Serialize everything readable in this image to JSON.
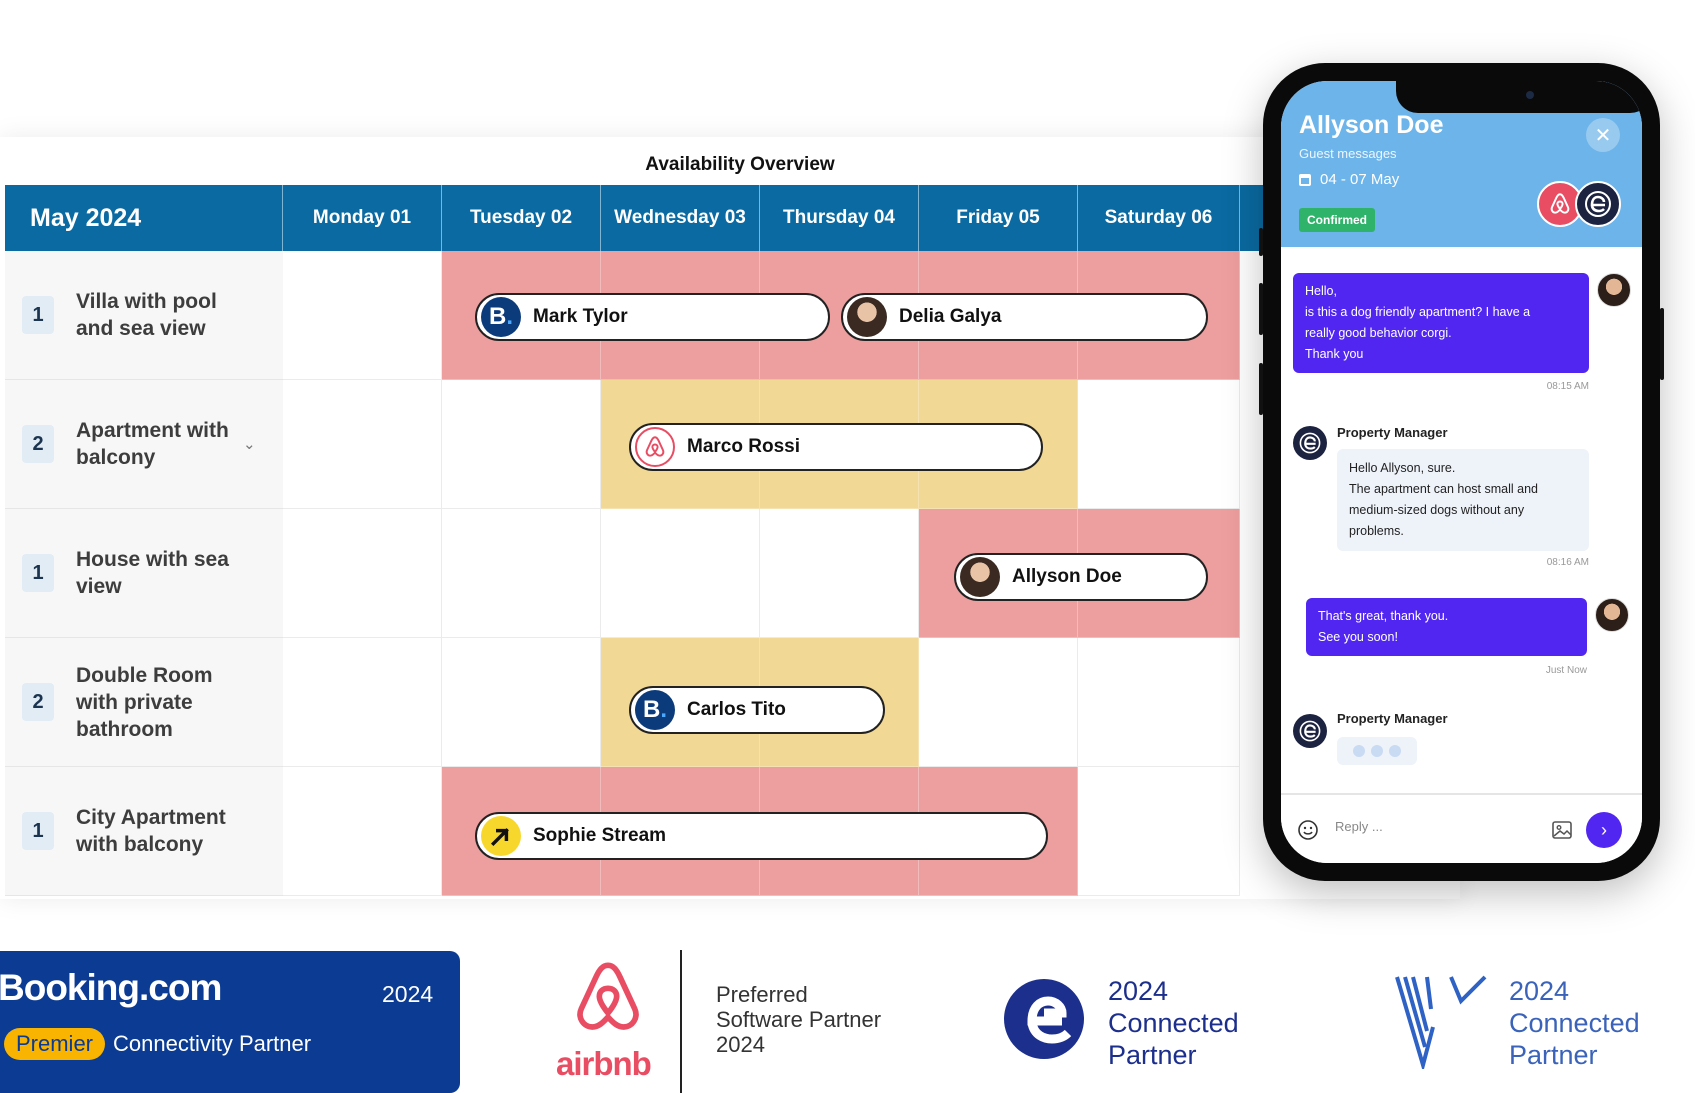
{
  "calendar": {
    "title": "Availability Overview",
    "month": "May 2024",
    "days": [
      "Monday 01",
      "Tuesday 02",
      "Wednesday 03",
      "Thursday 04",
      "Friday 05",
      "Saturday 06"
    ],
    "rooms": [
      {
        "count": "1",
        "name": "Villa with pool and sea view"
      },
      {
        "count": "2",
        "name": "Apartment with balcony"
      },
      {
        "count": "1",
        "name": "House with sea view"
      },
      {
        "count": "2",
        "name": "Double Room with private bathroom"
      },
      {
        "count": "1",
        "name": "City Apartment with balcony"
      }
    ],
    "bookings": [
      {
        "guest": "Mark Tylor",
        "channel": "booking-icon"
      },
      {
        "guest": "Delia Galya",
        "channel": "guest-photo"
      },
      {
        "guest": "Marco Rossi",
        "channel": "airbnb-icon"
      },
      {
        "guest": "Allyson Doe",
        "channel": "guest-photo"
      },
      {
        "guest": "Carlos Tito",
        "channel": "booking-icon"
      },
      {
        "guest": "Sophie Stream",
        "channel": "expedia-icon"
      }
    ],
    "colors": {
      "header": "#0a6aa1",
      "occupied": "#ed9e9e",
      "pending": "#f1d895"
    }
  },
  "phone": {
    "guest_name": "Allyson Doe",
    "subtitle": "Guest messages",
    "dates": "04 - 07 May",
    "status": "Confirmed",
    "messages": [
      {
        "from": "guest",
        "lines": [
          "Hello,",
          "is this a dog friendly apartment? I have a",
          "really good behavior corgi.",
          "Thank you"
        ],
        "time": "08:15 AM"
      },
      {
        "from": "Property Manager",
        "lines": [
          "Hello Allyson, sure.",
          "The apartment can host small and",
          "medium-sized dogs without any",
          "problems."
        ],
        "time": "08:16 AM"
      },
      {
        "from": "guest",
        "lines": [
          "That's great, thank you.",
          "See you soon!"
        ],
        "time": "Just Now"
      },
      {
        "from": "Property Manager",
        "typing": true
      }
    ],
    "reply_placeholder": "Reply ..."
  },
  "partners": {
    "booking": {
      "logo": "Booking.com",
      "year": "2024",
      "badge": "Premier",
      "label": "Connectivity Partner"
    },
    "airbnb": {
      "logo": "airbnb",
      "line1": "Preferred",
      "line2": "Software Partner",
      "line3": "2024"
    },
    "expedia": {
      "line1": "2024",
      "line2": "Connected",
      "line3": "Partner"
    },
    "vrbo": {
      "line1": "2024",
      "line2": "Connected",
      "line3": "Partner"
    }
  }
}
